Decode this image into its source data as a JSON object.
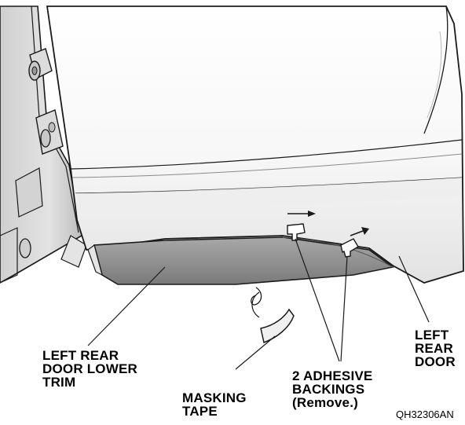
{
  "figure_code": "QH32306AN",
  "labels": {
    "left_rear_door_lower_trim": [
      "LEFT REAR",
      "DOOR LOWER",
      "TRIM"
    ],
    "masking_tape": [
      "MASKING",
      "TAPE"
    ],
    "adhesive_backings": [
      "2 ADHESIVE",
      "BACKINGS",
      "(Remove.)"
    ],
    "left_rear_door": [
      "LEFT",
      "REAR",
      "DOOR"
    ]
  },
  "colors": {
    "outline": "#1a1a1a",
    "door_panel": "#f4f4f4",
    "door_shadow": "#d9d9d9",
    "trim_dark": "#8c8c8c",
    "tape": "#e6e6e6"
  }
}
